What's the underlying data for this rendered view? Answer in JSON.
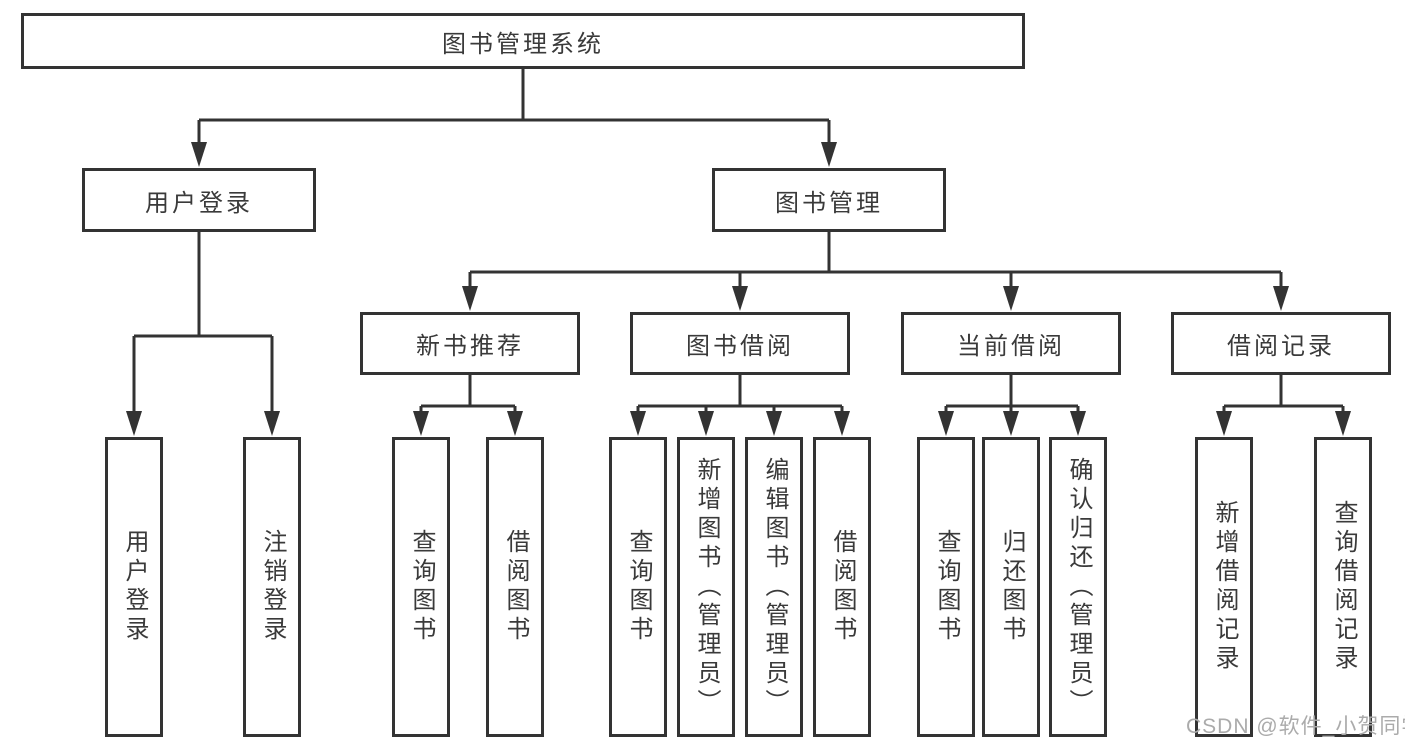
{
  "diagram": {
    "root": {
      "label": "图书管理系统"
    },
    "user_login": {
      "label": "用户登录",
      "children": [
        {
          "label": "用户登录"
        },
        {
          "label": "注销登录"
        }
      ]
    },
    "book_mgmt": {
      "label": "图书管理",
      "children": [
        {
          "label": "新书推荐",
          "children": [
            {
              "label": "查询图书"
            },
            {
              "label": "借阅图书"
            }
          ]
        },
        {
          "label": "图书借阅",
          "children": [
            {
              "label": "查询图书"
            },
            {
              "label": "新增图书（管理员）"
            },
            {
              "label": "编辑图书（管理员）"
            },
            {
              "label": "借阅图书"
            }
          ]
        },
        {
          "label": "当前借阅",
          "children": [
            {
              "label": "查询图书"
            },
            {
              "label": "归还图书"
            },
            {
              "label": "确认归还（管理员）"
            }
          ]
        },
        {
          "label": "借阅记录",
          "children": [
            {
              "label": "新增借阅记录"
            },
            {
              "label": "查询借阅记录"
            }
          ]
        }
      ]
    },
    "watermark": "CSDN @软件_小贺同学",
    "colors": {
      "line": "#333333",
      "box_border": "#333333",
      "text": "#3a3a3a",
      "watermark": "#ababab",
      "background": "#ffffff"
    }
  }
}
